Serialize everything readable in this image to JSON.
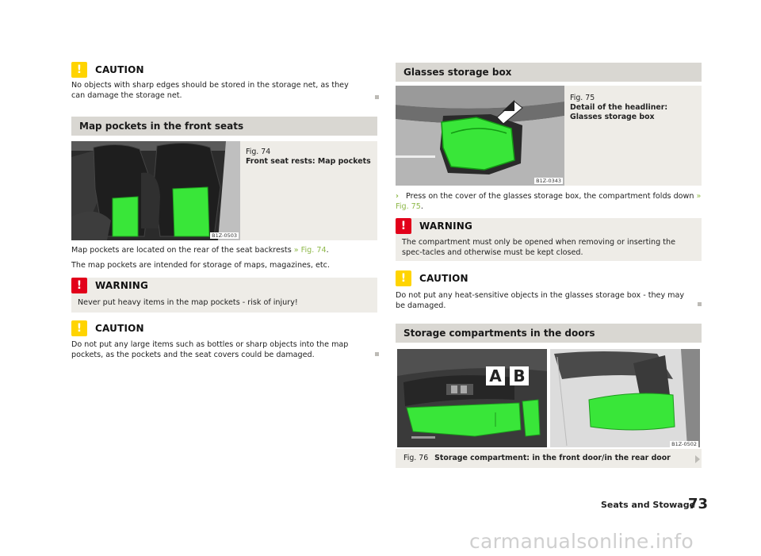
{
  "left": {
    "caution1": {
      "icon_glyph": "!",
      "title": "CAUTION",
      "text": "No objects with sharp edges should be stored in the storage net, as they can damage the storage net."
    },
    "section_map": {
      "title": "Map pockets in the front seats"
    },
    "fig74": {
      "number": "Fig. 74",
      "title": "Front seat rests: Map pockets",
      "image_code": "B1Z-0503"
    },
    "para1_prefix": "Map pockets are located on the rear of the seat backrests",
    "para1_ref": "» Fig. 74",
    "para1_suffix": ".",
    "para2": "The map pockets are intended for storage of maps, magazines, etc.",
    "warning": {
      "icon_glyph": "!",
      "title": "WARNING",
      "text": "Never put heavy items in the map pockets - risk of injury!"
    },
    "caution2": {
      "icon_glyph": "!",
      "title": "CAUTION",
      "text": "Do not put any large items such as bottles or sharp objects into the map pockets, as the pockets and the seat covers could be damaged."
    }
  },
  "right": {
    "section_glasses": {
      "title": "Glasses storage box"
    },
    "fig75": {
      "number": "Fig. 75",
      "title": "Detail of the headliner: Glasses storage box",
      "image_code": "B1Z-0343"
    },
    "step": {
      "bullet": "›",
      "text_prefix": "Press on the cover of the glasses storage box, the compartment folds down",
      "ref": "» Fig. 75",
      "suffix": "."
    },
    "warning": {
      "icon_glyph": "!",
      "title": "WARNING",
      "text": "The compartment must only be opened when removing or inserting the spec-tacles and otherwise must be kept closed."
    },
    "caution": {
      "icon_glyph": "!",
      "title": "CAUTION",
      "text": "Do not put any heat-sensitive objects in the glasses storage box - they may be damaged."
    },
    "section_doors": {
      "title": "Storage compartments in the doors"
    },
    "fig76": {
      "number": "Fig. 76",
      "title": "Storage compartment: in the front door/in the rear door",
      "image_code": "B1Z-0502",
      "label_a": "A",
      "label_b": "B"
    }
  },
  "footer": {
    "section": "Seats and Stowage",
    "page": "73"
  },
  "watermark": "carmanualsonline.info",
  "colors": {
    "highlight_green": "#39e639",
    "caution_yellow": "#ffd400",
    "warning_red": "#e2001a",
    "link_green": "#8fb94b",
    "section_gray": "#d9d7d2",
    "box_gray": "#eeece7"
  }
}
